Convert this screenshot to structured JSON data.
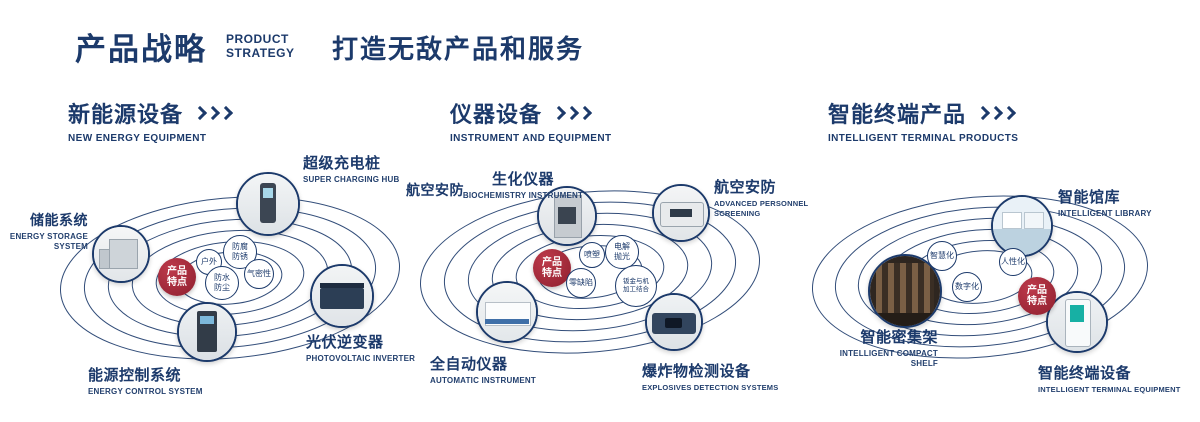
{
  "header": {
    "title_cn": "产品战略",
    "title_en_line1": "PRODUCT",
    "title_en_line2": "STRATEGY",
    "slogan": "打造无敌产品和服务"
  },
  "sections": [
    {
      "title_cn": "新能源设备",
      "title_en": "NEW ENERGY EQUIPMENT",
      "center_badge": "产品特点",
      "features": [
        "户外",
        "防腐防锈",
        "防水防尘",
        "气密性"
      ],
      "products": [
        {
          "name_cn": "超级充电桩",
          "name_en": "SUPER CHARGING HUB"
        },
        {
          "name_cn": "储能系统",
          "name_en": "ENERGY STORAGE SYSTEM"
        },
        {
          "name_cn": "光伏逆变器",
          "name_en": "PHOTOVOLTAIC INVERTER"
        },
        {
          "name_cn": "能源控制系统",
          "name_en": "ENERGY CONTROL SYSTEM"
        }
      ]
    },
    {
      "title_cn": "仪器设备",
      "title_en": "INSTRUMENT AND EQUIPMENT",
      "center_badge": "产品特点",
      "side_label": "航空安防",
      "features": [
        "喷塑",
        "电解抛光",
        "零缺陷",
        "钣金与机加工结合"
      ],
      "products": [
        {
          "name_cn": "生化仪器",
          "name_en": "BIOCHEMISTRY INSTRUMENT"
        },
        {
          "name_cn": "航空安防",
          "name_en": "ADVANCED PERSONNEL SCREENING"
        },
        {
          "name_cn": "全自动仪器",
          "name_en": "AUTOMATIC INSTRUMENT"
        },
        {
          "name_cn": "爆炸物检测设备",
          "name_en": "EXPLOSIVES DETECTION SYSTEMS"
        }
      ]
    },
    {
      "title_cn": "智能终端产品",
      "title_en": "INTELLIGENT TERMINAL PRODUCTS",
      "center_badge": "产品特点",
      "features": [
        "智慧化",
        "人性化",
        "数字化"
      ],
      "products": [
        {
          "name_cn": "智能馆库",
          "name_en": "INTELLIGENT LIBRARY"
        },
        {
          "name_cn": "智能密集架",
          "name_en": "INTELLIGENT COMPACT SHELF"
        },
        {
          "name_cn": "智能终端设备",
          "name_en": "INTELLIGENT TERMINAL EQUIPMENT"
        }
      ]
    }
  ]
}
